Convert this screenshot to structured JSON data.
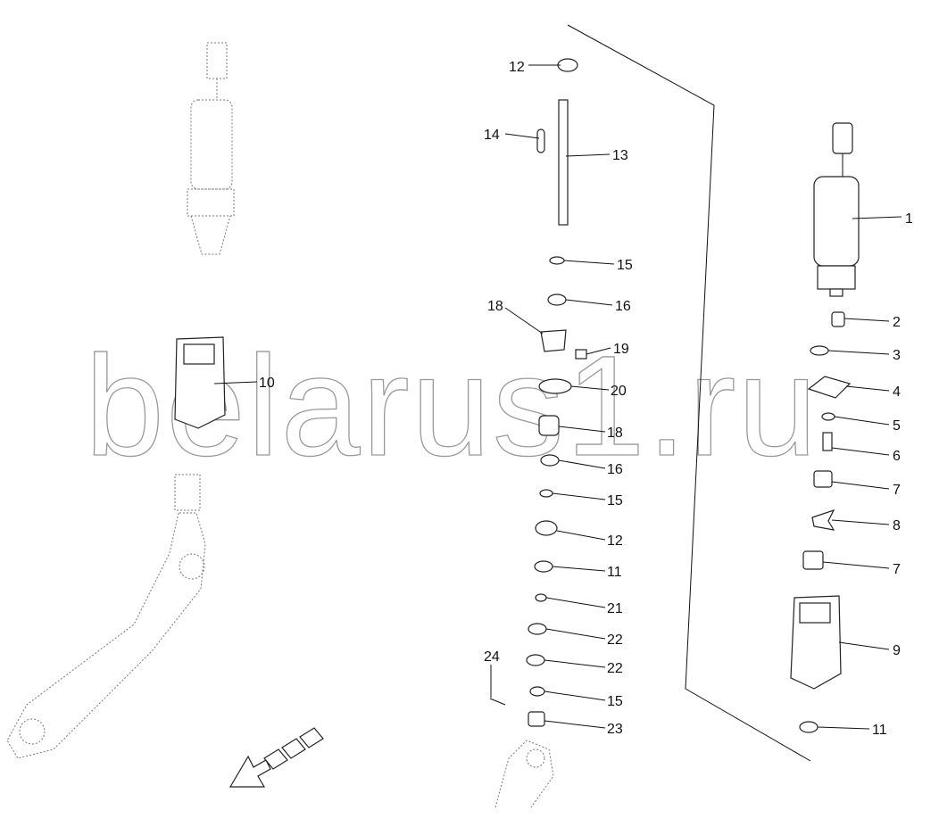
{
  "watermark": "belarus1.ru",
  "callouts": [
    {
      "id": "c12a",
      "text": "12"
    },
    {
      "id": "c14",
      "text": "14"
    },
    {
      "id": "c13",
      "text": "13"
    },
    {
      "id": "c1",
      "text": "1"
    },
    {
      "id": "c15a",
      "text": "15"
    },
    {
      "id": "c16a",
      "text": "16"
    },
    {
      "id": "c18a",
      "text": "18"
    },
    {
      "id": "c19",
      "text": "19"
    },
    {
      "id": "c2",
      "text": "2"
    },
    {
      "id": "c3",
      "text": "3"
    },
    {
      "id": "c10",
      "text": "10"
    },
    {
      "id": "c20",
      "text": "20"
    },
    {
      "id": "c4",
      "text": "4"
    },
    {
      "id": "c18b",
      "text": "18"
    },
    {
      "id": "c5",
      "text": "5"
    },
    {
      "id": "c6",
      "text": "6"
    },
    {
      "id": "c16b",
      "text": "16"
    },
    {
      "id": "c7a",
      "text": "7"
    },
    {
      "id": "c15b",
      "text": "15"
    },
    {
      "id": "c8",
      "text": "8"
    },
    {
      "id": "c12b",
      "text": "12"
    },
    {
      "id": "c11a",
      "text": "11"
    },
    {
      "id": "c7b",
      "text": "7"
    },
    {
      "id": "c21",
      "text": "21"
    },
    {
      "id": "c22a",
      "text": "22"
    },
    {
      "id": "c9",
      "text": "9"
    },
    {
      "id": "c22b",
      "text": "22"
    },
    {
      "id": "c24",
      "text": "24"
    },
    {
      "id": "c15c",
      "text": "15"
    },
    {
      "id": "c23",
      "text": "23"
    },
    {
      "id": "c11b",
      "text": "11"
    }
  ]
}
